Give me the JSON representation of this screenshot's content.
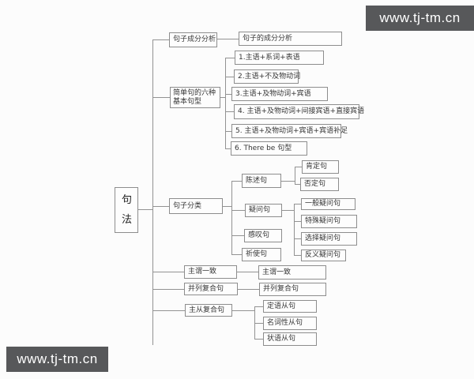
{
  "watermark": {
    "text": "www.tj-tm.cn",
    "bg_color": "#57585a",
    "fg_color": "#ffffff"
  },
  "diagram": {
    "root": "句法",
    "analysis": {
      "label": "句子成分分析",
      "detail": "句子的成分分析"
    },
    "patterns": {
      "label": "简单句的六种基本句型",
      "items": [
        "1.主语+系词+表语",
        "2.主语+不及物动词",
        "3.主语+及物动词+宾语",
        "4. 主语+及物动词+间接宾语+直接宾语",
        "5. 主语+及物动词+宾语+宾语补足",
        "6. There be 句型"
      ]
    },
    "classification": {
      "label": "句子分类",
      "declarative": {
        "label": "陈述句",
        "items": [
          "肯定句",
          "否定句"
        ]
      },
      "interrogative": {
        "label": "疑问句",
        "items": [
          "一般疑问句",
          "特殊疑问句",
          "选择疑问句",
          "反义疑问句"
        ]
      },
      "exclamatory": "感叹句",
      "imperative": "祈使句"
    },
    "agreement": {
      "label": "主谓一致",
      "detail": "主谓一致"
    },
    "compound": {
      "label": "并列复合句",
      "detail": "并列复合句"
    },
    "complex": {
      "label": "主从复合句",
      "items": [
        "定语从句",
        "名词性从句",
        "状语从句"
      ]
    }
  }
}
